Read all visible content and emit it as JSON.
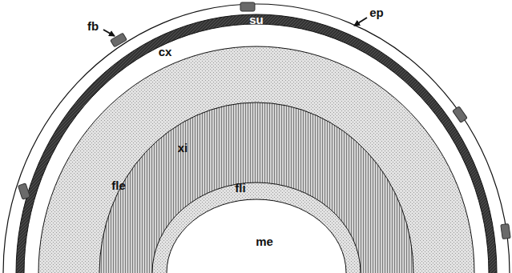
{
  "diagram": {
    "labels": [
      "fb",
      "ep",
      "su",
      "cx",
      "fle",
      "xi",
      "fli",
      "me"
    ]
  }
}
